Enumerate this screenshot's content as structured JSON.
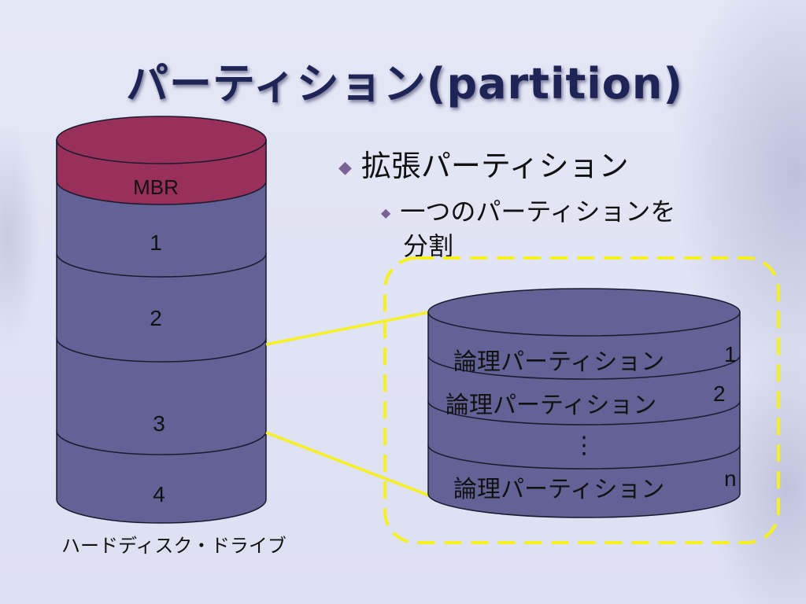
{
  "slide": {
    "title": "パーティション(partition)",
    "bullet_main": "拡張パーティション",
    "bullet_sub_line1": "一つのパーティションを",
    "bullet_sub_line2": "分割",
    "bullet_marker": "◆"
  },
  "disk": {
    "caption": "ハードディスク・ドライブ",
    "segments": [
      "MBR",
      "1",
      "2",
      "3",
      "4"
    ],
    "mbr_color": "#99305c",
    "body_color": "#626296"
  },
  "extended": {
    "logical": [
      {
        "label": "論理パーティション",
        "number": "1"
      },
      {
        "label": "論理パーティション",
        "number": "2"
      },
      {
        "label": "論理パーティション",
        "number": "n"
      }
    ],
    "ellipsis": "⋮",
    "connector_color": "#f5f01e",
    "box_border_color": "#f5f01e"
  }
}
